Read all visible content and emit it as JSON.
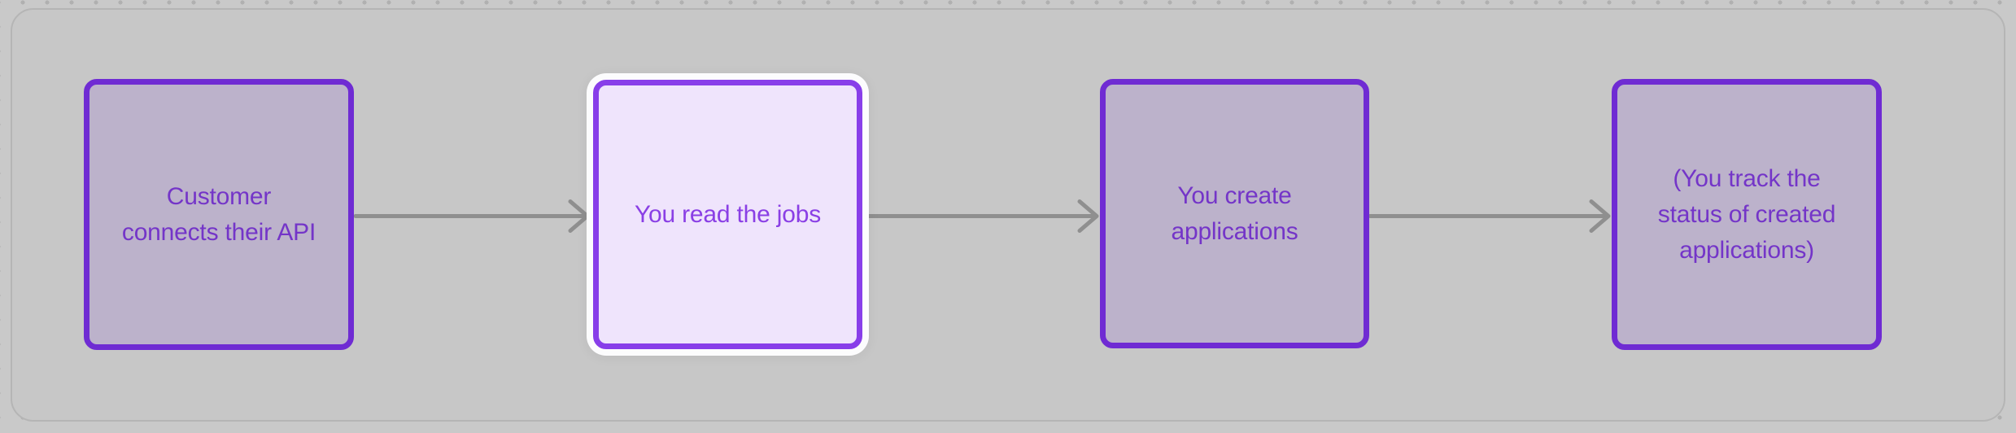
{
  "app": {
    "view": "diagram-canvas",
    "grid": "dots"
  },
  "colors": {
    "canvas_background": "#c9c9c9",
    "grid_dot": "#b0b0b0",
    "frame_fill": "#c7c7c7",
    "frame_border": "#b5b5b5",
    "node_fill": "#bcb2cb",
    "node_border": "#6f2bd3",
    "node_text": "#7435c8",
    "selected_node_fill": "#efe4fc",
    "selected_node_border": "#883ee9",
    "selected_node_ring": "#fcfcfd",
    "selected_node_text": "#8a3fe5",
    "arrow": "#8f8f8f"
  },
  "diagram": {
    "nodes": [
      {
        "id": "node-1",
        "label": "Customer connects their API",
        "lines": [
          "Customer",
          "connects their API"
        ],
        "selected": false
      },
      {
        "id": "node-2",
        "label": "You read the jobs",
        "lines": [
          "You read the jobs"
        ],
        "selected": true
      },
      {
        "id": "node-3",
        "label": "You create applications",
        "lines": [
          "You create",
          "applications"
        ],
        "selected": false
      },
      {
        "id": "node-4",
        "label": "(You track the status of created applications)",
        "lines": [
          "(You track the",
          "status of created",
          "applications)"
        ],
        "selected": false
      }
    ],
    "edges": [
      {
        "from": "node-1",
        "to": "node-2",
        "type": "arrow-right"
      },
      {
        "from": "node-2",
        "to": "node-3",
        "type": "arrow-right"
      },
      {
        "from": "node-3",
        "to": "node-4",
        "type": "arrow-right"
      }
    ]
  }
}
